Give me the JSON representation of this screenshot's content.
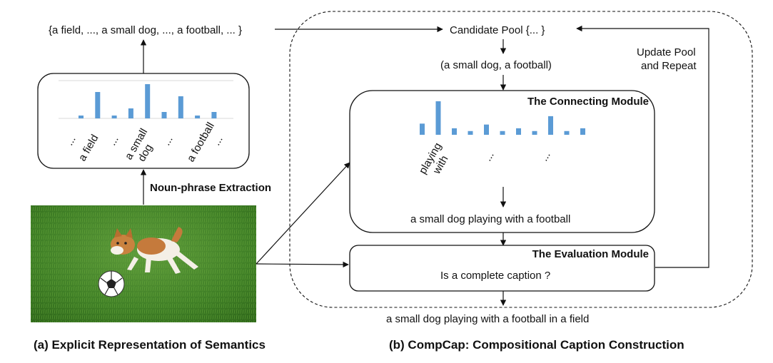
{
  "panel_a": {
    "caption": "(a) Explicit Representation of Semantics",
    "phrase_set": "{a field, ..., a small dog, ..., a football, ... }",
    "extraction_label": "Noun-phrase Extraction",
    "histogram": {
      "bar_color": "#5b9bd5",
      "bar_values": [
        4,
        37,
        4,
        14,
        48,
        9,
        31,
        4,
        9
      ],
      "tick_labels": [
        "...",
        "a field",
        "...",
        "a small dog",
        "...",
        "a football",
        "..."
      ]
    },
    "photo_icon": "puppy-with-football-photo"
  },
  "panel_b": {
    "caption": "(b) CompCap: Compositional Caption Construction",
    "candidate_pool": "Candidate Pool  {... }",
    "selected_pair": "(a small dog, a football)",
    "update_label_line1": "Update Pool",
    "update_label_line2": "and Repeat",
    "connecting_module": {
      "title": "The Connecting Module",
      "bar_values": [
        12,
        36,
        7,
        4,
        11,
        4,
        7,
        4,
        20,
        4,
        7
      ],
      "tick_labels": [
        "playing with",
        "...",
        "..."
      ],
      "output": "a small dog playing with a football"
    },
    "evaluation_module": {
      "title": "The Evaluation Module",
      "question": "Is a complete caption ?"
    },
    "final_caption": "a small dog playing with a football in a field"
  }
}
